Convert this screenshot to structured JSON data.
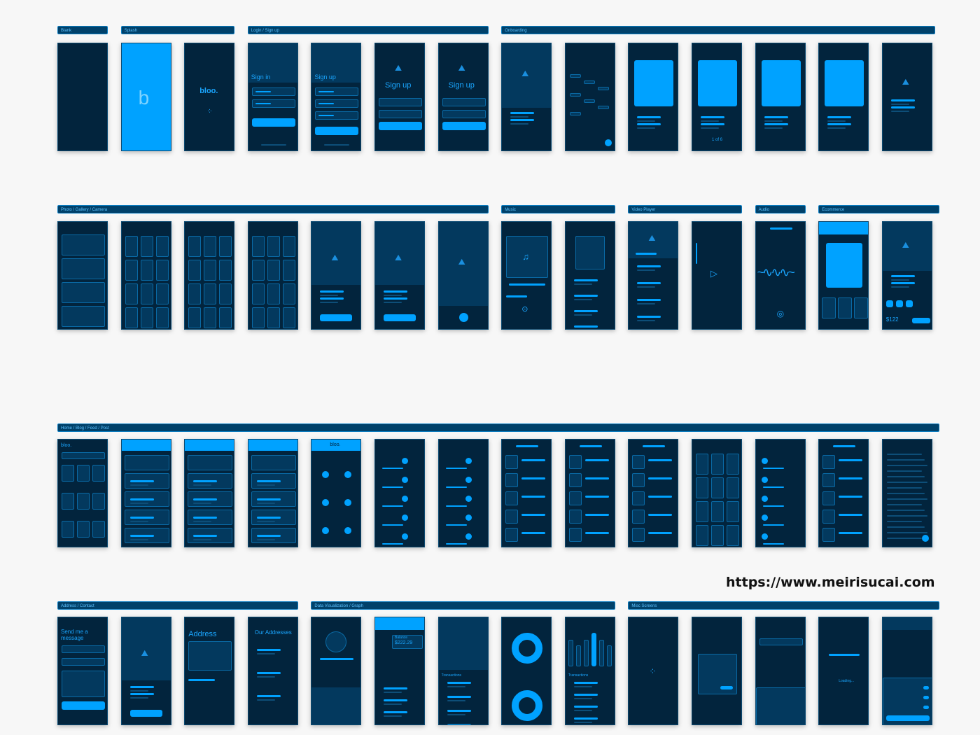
{
  "accent_color": "#00a2ff",
  "screen_color": "#02243d",
  "sections": [
    {
      "label": "Blank",
      "row": 0,
      "start": 0,
      "end": 0
    },
    {
      "label": "Splash",
      "row": 0,
      "start": 1,
      "end": 2
    },
    {
      "label": "Login / Sign up",
      "row": 0,
      "start": 3,
      "end": 6
    },
    {
      "label": "Onboarding",
      "row": 0,
      "start": 7,
      "end": 13
    },
    {
      "label": "Photo / Gallery / Camera",
      "row": 1,
      "start": 0,
      "end": 6
    },
    {
      "label": "Music",
      "row": 1,
      "start": 7,
      "end": 8
    },
    {
      "label": "Video Player",
      "row": 1,
      "start": 9,
      "end": 10
    },
    {
      "label": "Audio",
      "row": 1,
      "start": 11,
      "end": 11
    },
    {
      "label": "Ecommerce",
      "row": 1,
      "start": 12,
      "end": 13
    },
    {
      "label": "Home / Blog / Feed / Post",
      "row": 2,
      "start": 0,
      "end": 13
    },
    {
      "label": "Address / Contact",
      "row": 3,
      "start": 0,
      "end": 3
    },
    {
      "label": "Data Visualization / Graph",
      "row": 3,
      "start": 4,
      "end": 8
    },
    {
      "label": "Misc Screens",
      "row": 3,
      "start": 9,
      "end": 13
    }
  ],
  "rows": [
    [
      {
        "kind": "blank"
      },
      {
        "kind": "splash"
      },
      {
        "kind": "logo",
        "text": "bloo."
      },
      {
        "kind": "signin",
        "text": "Sign in"
      },
      {
        "kind": "signup-top",
        "text": "Sign up"
      },
      {
        "kind": "signup-icon",
        "text": "Sign up"
      },
      {
        "kind": "signup-icon",
        "text": "Sign up"
      },
      {
        "kind": "onboard-image"
      },
      {
        "kind": "onboard-tags"
      },
      {
        "kind": "onboard-card"
      },
      {
        "kind": "onboard-card",
        "text": "1 of 6"
      },
      {
        "kind": "onboard-card"
      },
      {
        "kind": "onboard-card"
      },
      {
        "kind": "onboard-icon"
      }
    ],
    [
      {
        "kind": "gallery"
      },
      {
        "kind": "grid"
      },
      {
        "kind": "grid"
      },
      {
        "kind": "grid"
      },
      {
        "kind": "photo"
      },
      {
        "kind": "photo"
      },
      {
        "kind": "camera"
      },
      {
        "kind": "music"
      },
      {
        "kind": "playlist"
      },
      {
        "kind": "video-list"
      },
      {
        "kind": "video"
      },
      {
        "kind": "audio"
      },
      {
        "kind": "shop"
      },
      {
        "kind": "product",
        "text": "$122"
      }
    ],
    [
      {
        "kind": "home-grid",
        "text": "bloo."
      },
      {
        "kind": "feed-light"
      },
      {
        "kind": "feed-light"
      },
      {
        "kind": "feed-light"
      },
      {
        "kind": "home-icons",
        "text": "bloo."
      },
      {
        "kind": "list-circles"
      },
      {
        "kind": "list-circles"
      },
      {
        "kind": "list"
      },
      {
        "kind": "list"
      },
      {
        "kind": "list"
      },
      {
        "kind": "grid"
      },
      {
        "kind": "list-circles"
      },
      {
        "kind": "list"
      },
      {
        "kind": "article"
      }
    ],
    [
      {
        "kind": "contact",
        "text": "Send me a message"
      },
      {
        "kind": "photo"
      },
      {
        "kind": "address",
        "text": "Address"
      },
      {
        "kind": "addresses",
        "text": "Our Addresses"
      },
      {
        "kind": "profile-graph"
      },
      {
        "kind": "balance",
        "text": "Balance",
        "value": "$222.29"
      },
      {
        "kind": "transactions",
        "text": "Transactions"
      },
      {
        "kind": "donut"
      },
      {
        "kind": "bars",
        "text": "Transactions"
      },
      {
        "kind": "loading"
      },
      {
        "kind": "dialog"
      },
      {
        "kind": "keyboard"
      },
      {
        "kind": "loading-text",
        "text": "Loading..."
      },
      {
        "kind": "settings"
      }
    ]
  ],
  "watermark": "https://www.meirisucai.com"
}
